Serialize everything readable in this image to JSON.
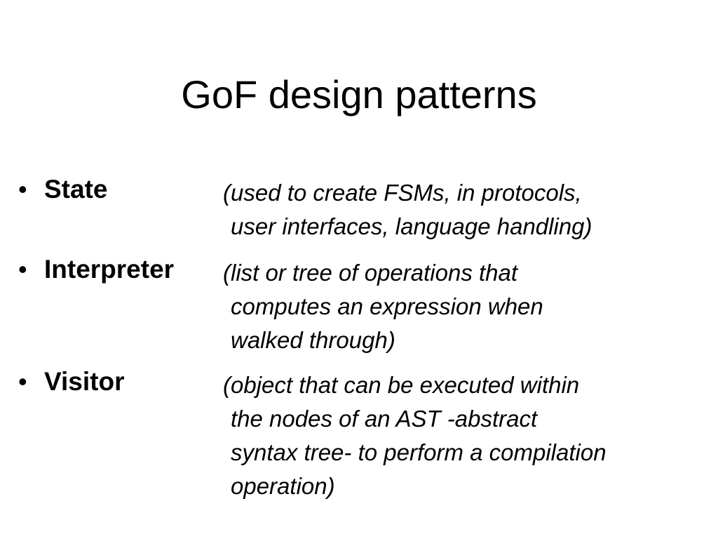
{
  "slide": {
    "title": "GoF design patterns",
    "bullet_glyph": "•",
    "items": [
      {
        "term": "State",
        "description_lines": [
          "(used to create FSMs, in protocols,",
          "user interfaces, language handling)"
        ]
      },
      {
        "term": "Interpreter",
        "description_lines": [
          "(list or tree of operations that",
          "computes an expression when",
          "walked through)"
        ]
      },
      {
        "term": "Visitor",
        "description_lines": [
          "(object that can be executed within",
          "the nodes of an AST -abstract",
          "syntax tree- to perform a compilation",
          "operation)"
        ]
      }
    ]
  }
}
